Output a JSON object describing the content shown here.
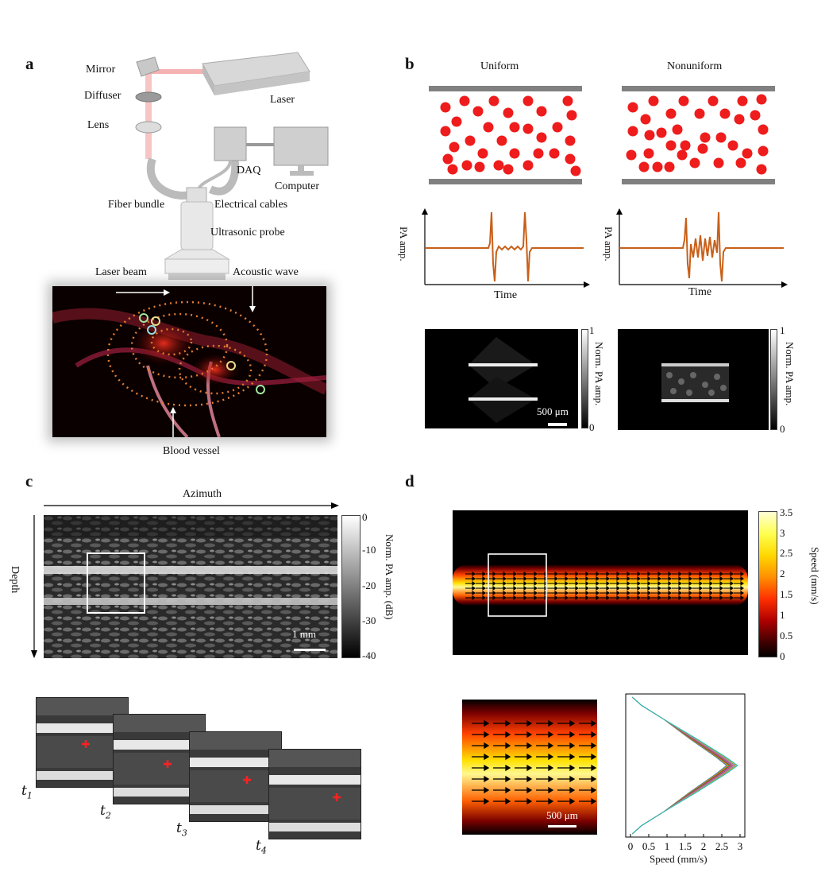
{
  "panels": {
    "a": "a",
    "b": "b",
    "c": "c",
    "d": "d"
  },
  "a": {
    "mirror": "Mirror",
    "diffuser": "Diffuser",
    "lens": "Lens",
    "laser": "Laser",
    "daq": "DAQ",
    "computer": "Computer",
    "fiber_bundle": "Fiber bundle",
    "electrical_cables": "Electrical cables",
    "ultrasonic_probe": "Ultrasonic probe",
    "laser_beam": "Laser beam",
    "acoustic_wave": "Acoustic wave",
    "blood_vessel": "Blood vessel"
  },
  "b": {
    "uniform": "Uniform",
    "nonuniform": "Nonuniform",
    "ylabel": "PA amp.",
    "xlabel": "Time",
    "cb_top": "1",
    "cb_bottom": "0",
    "cb_label": "Norm. PA amp.",
    "scale": "500 μm"
  },
  "c": {
    "azimuth": "Azimuth",
    "depth": "Depth",
    "scale": "1 mm",
    "cb_ticks": [
      "0",
      "-10",
      "-20",
      "-30",
      "-40"
    ],
    "cb_label": "Norm. PA amp. (dB)",
    "frames": [
      "t",
      "t",
      "t",
      "t"
    ],
    "frame_subs": [
      "1",
      "2",
      "3",
      "4"
    ]
  },
  "d": {
    "cb_ticks": [
      "3.5",
      "3",
      "2.5",
      "2",
      "1.5",
      "1",
      "0.5",
      "0"
    ],
    "cb_label": "Speed (mm/s)",
    "scale": "500 μm",
    "profile_xlabel": "Speed (mm/s)",
    "profile_xticks": [
      "0",
      "0.5",
      "1",
      "1.5",
      "2",
      "2.5",
      "3"
    ]
  },
  "chart_data": {
    "type": "line",
    "xlabel": "Speed (mm/s)",
    "xlim": [
      0,
      3
    ],
    "x_ticks": [
      0,
      0.5,
      1,
      1.5,
      2,
      2.5,
      3
    ],
    "series": [
      {
        "values": [
          [
            0.05,
            0
          ],
          [
            0.3,
            0.06
          ],
          [
            0.9,
            0.16
          ],
          [
            1.7,
            0.3
          ],
          [
            2.5,
            0.44
          ],
          [
            2.8,
            0.5
          ],
          [
            2.5,
            0.56
          ],
          [
            1.7,
            0.7
          ],
          [
            0.9,
            0.84
          ],
          [
            0.3,
            0.94
          ],
          [
            0.05,
            1
          ]
        ]
      }
    ]
  }
}
